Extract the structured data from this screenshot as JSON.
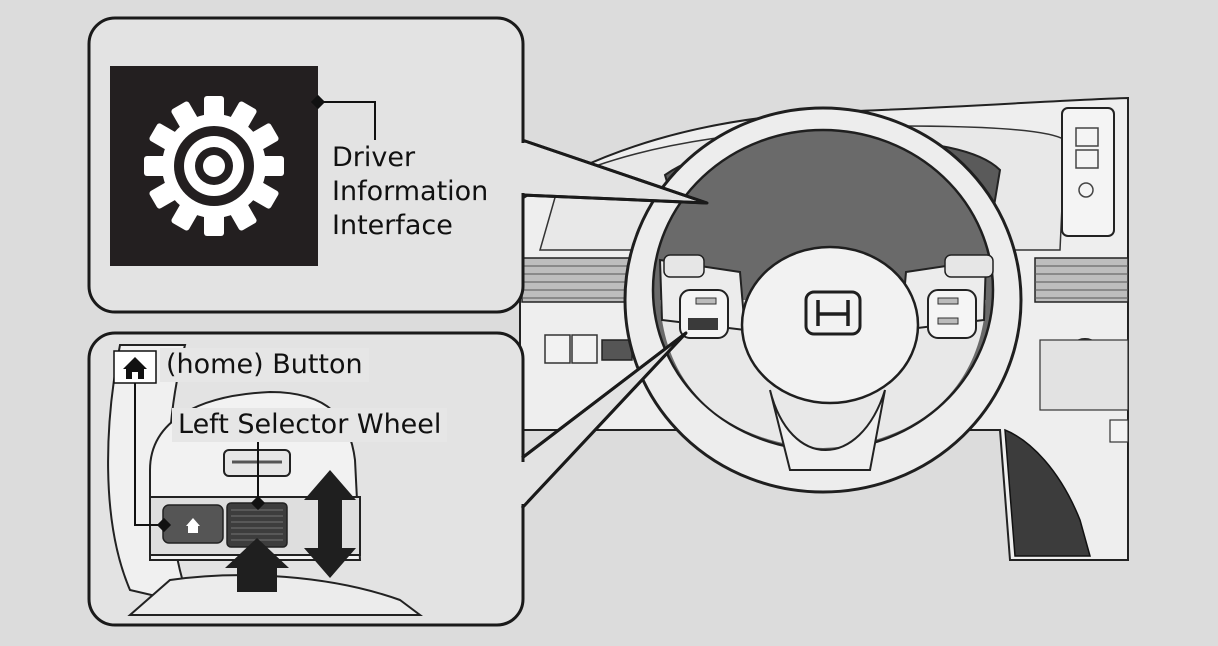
{
  "callouts": {
    "driver_info_line1": "Driver",
    "driver_info_line2": "Information",
    "driver_info_line3": "Interface",
    "home_button": "(home) Button",
    "left_selector_wheel": "Left Selector Wheel"
  },
  "icons": {
    "settings": "gear-icon",
    "home": "home-icon",
    "brand": "honda-logo",
    "arrow_up_down": "up-down-arrow-icon",
    "arrow_push": "push-arrow-icon"
  },
  "colors": {
    "background": "#dcdcdc",
    "panel": "#e3e3e3",
    "panel_stroke": "#1a1a1a",
    "icon_dark": "#231f20",
    "wheel": "#efefef"
  }
}
